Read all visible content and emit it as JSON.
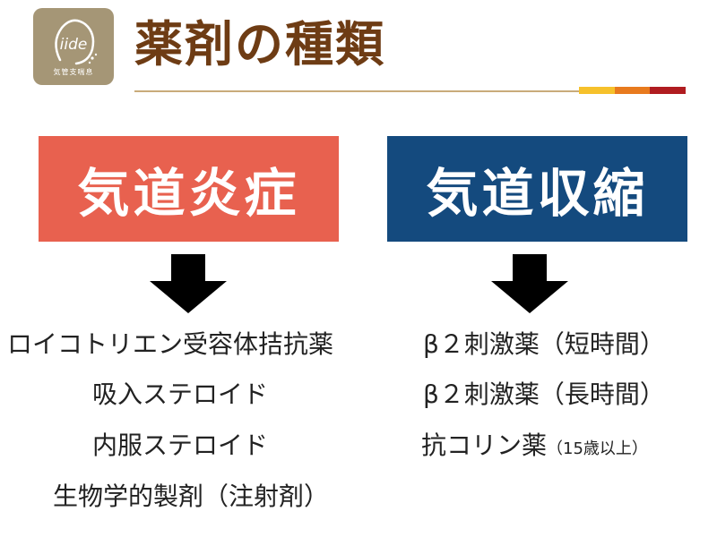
{
  "logo": {
    "text": "iide",
    "caption": "気管支喘息"
  },
  "header": {
    "title": "薬剤の種類"
  },
  "columns": [
    {
      "heading": "気道炎症",
      "color": "#e8614f",
      "items": [
        "ロイコトリエン受容体拮抗薬",
        "吸入ステロイド",
        "内服ステロイド",
        "生物学的製剤（注射剤）"
      ]
    },
    {
      "heading": "気道収縮",
      "color": "#144a7e",
      "items": [
        "β２刺激薬（短時間）",
        "β２刺激薬（長時間）",
        "抗コリン薬"
      ],
      "item_note": "（15歳以上）"
    }
  ],
  "accent_colors": [
    "#f6c12b",
    "#e87a1e",
    "#b01c20"
  ]
}
